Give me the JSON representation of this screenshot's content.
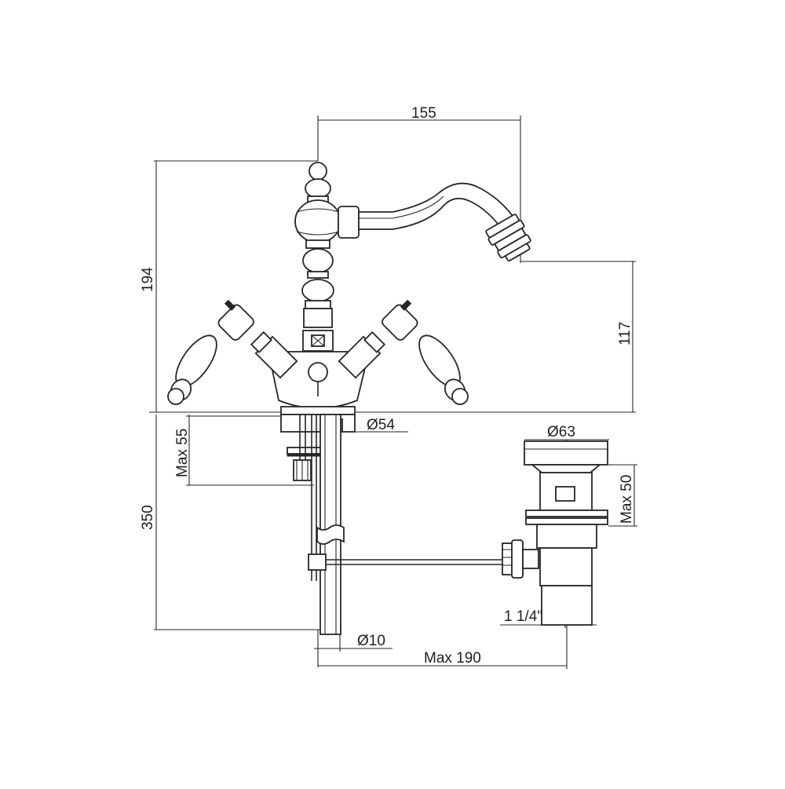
{
  "dimensions": {
    "spout_reach": "155",
    "total_height": "194",
    "spout_height": "117",
    "base_diameter": "Ø54",
    "max_thickness": "Max 55",
    "supply_length": "350",
    "waste_diameter": "Ø63",
    "waste_max_height": "Max 50",
    "waste_thread": "1 1/4\"",
    "rod_diameter": "Ø10",
    "rod_max_length": "Max 190"
  },
  "colors": {
    "line": "#262626",
    "background": "#ffffff"
  }
}
